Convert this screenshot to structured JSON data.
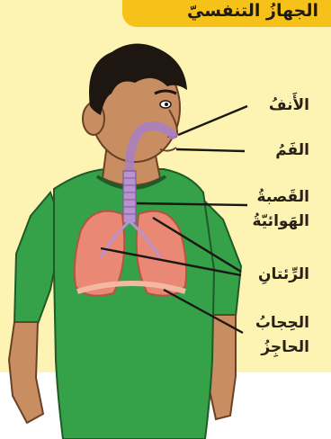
{
  "title": "الجهازُ التنفسيّ",
  "labels": {
    "nose": "الأَنفُ",
    "mouth": "الفَمُ",
    "trachea_line1": "القَصبةُ",
    "trachea_line2": "الهَوائيّةُ",
    "lungs": "الرِّئتانِ",
    "diaphragm_line1": "الحِجابُ",
    "diaphragm_line2": "الحاجِزُ"
  },
  "colors": {
    "panel": "#fdf4b4",
    "title_bar": "#f6c21a",
    "shirt": "#35a148",
    "skin": "#c88e62",
    "hair": "#1d1611",
    "airway": "#a77fc1",
    "lung": "#e98874"
  }
}
